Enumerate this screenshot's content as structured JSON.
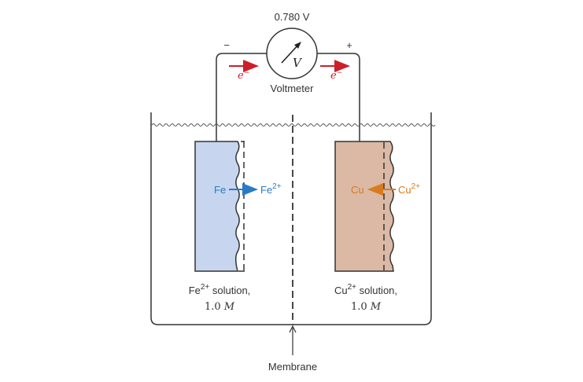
{
  "voltmeter": {
    "reading": "0.780 V",
    "symbol": "V",
    "label": "Voltmeter",
    "negative_terminal": "−",
    "positive_terminal": "+"
  },
  "electron_flow": {
    "left_label": "e",
    "right_label": "e",
    "charge": "−",
    "color": "#cc1f2a"
  },
  "left_half_cell": {
    "electrode": "Fe",
    "ion": "Fe",
    "ion_charge": "2+",
    "reaction_color": "#2b7bc4",
    "electrode_color": "#c7d6ee",
    "solution_ion": "Fe",
    "solution_charge": "2+",
    "solution_text": " solution,",
    "concentration": "1.0 ",
    "unit": "M"
  },
  "right_half_cell": {
    "electrode": "Cu",
    "ion": "Cu",
    "ion_charge": "2+",
    "reaction_color": "#d97b1c",
    "electrode_color": "#dbb9a5",
    "solution_ion": "Cu",
    "solution_charge": "2+",
    "solution_text": " solution,",
    "concentration": "1.0 ",
    "unit": "M"
  },
  "membrane": {
    "label": "Membrane"
  }
}
